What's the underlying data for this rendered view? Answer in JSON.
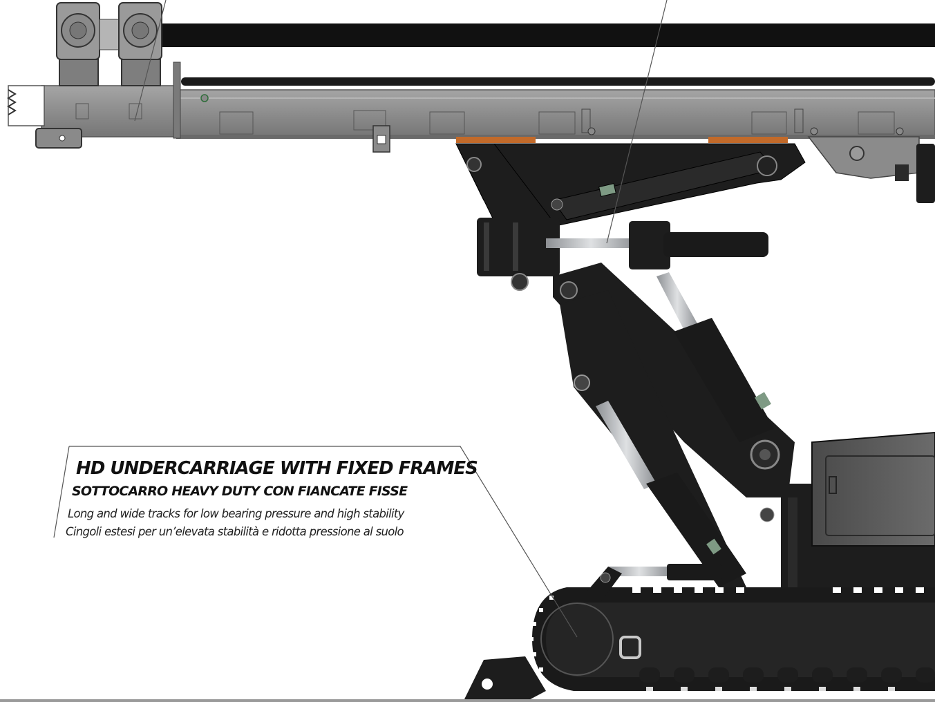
{
  "callout": {
    "title_en": "HD UNDERCARRIAGE WITH FIXED FRAMES",
    "title_it": "SOTTOCARRO HEAVY DUTY CON FIANCATE FISSE",
    "desc_en": "Long and wide tracks for low bearing pressure and high stability",
    "desc_it": "Cingoli estesi per un’elevata stabilità e ridotta pressione al suolo"
  },
  "colors": {
    "boom_grey": "#8e8e8e",
    "boom_dark_grey": "#6f6f6f",
    "machine_black": "#1d1d1d",
    "pad_orange": "#c26a2a",
    "rod_silver": "#b9bcc0",
    "leader_line": "#555555"
  },
  "icons": {
    "motor_1": "gear-motor-icon",
    "motor_2": "gear-motor-icon",
    "track_eye": "tow-eye-icon"
  }
}
